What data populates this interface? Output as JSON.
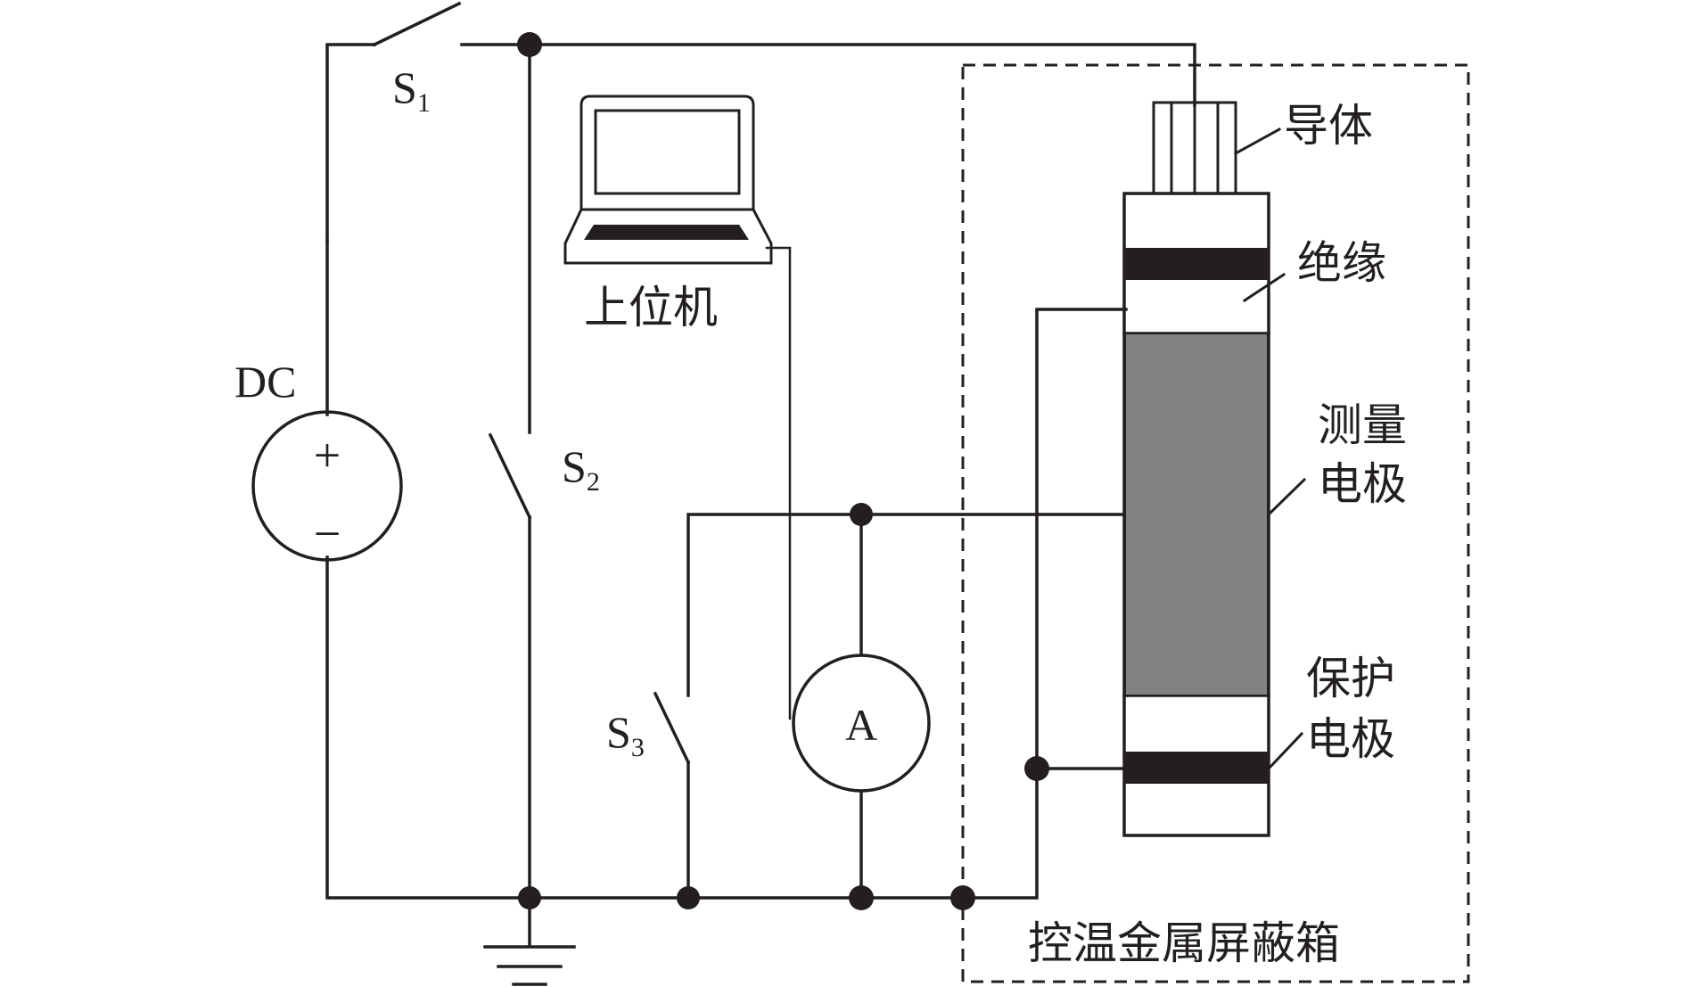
{
  "labels": {
    "dc": "DC",
    "plus": "+",
    "minus": "−",
    "s1_main": "S",
    "s1_sub": "1",
    "s2_main": "S",
    "s2_sub": "2",
    "s3_main": "S",
    "s3_sub": "3",
    "host_computer": "上位机",
    "ammeter": "A",
    "conductor": "导体",
    "insulation": "绝缘",
    "measure_electrode_line1": "测量",
    "measure_electrode_line2": "电极",
    "guard_electrode_line1": "保护",
    "guard_electrode_line2": "电极",
    "shield_box": "控温金属屏蔽箱"
  },
  "colors": {
    "line": "#231f20",
    "measure_electrode_fill": "#828282",
    "electrode_band_fill": "#231f20",
    "background": "#ffffff"
  }
}
